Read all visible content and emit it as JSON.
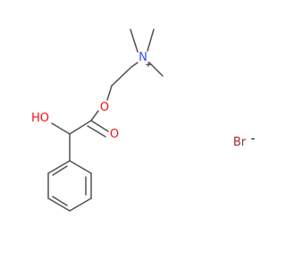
{
  "molecule": {
    "atoms": {
      "nitrogen": "N",
      "nitrogen_charge": "+",
      "ester_oxygen": "O",
      "carbonyl_oxygen": "O",
      "hydroxyl": "HO",
      "bromide": "Br",
      "bromide_charge": "-"
    },
    "colors": {
      "bond": "#505050",
      "nitrogen": "#3050F8",
      "oxygen": "#FF0D0D",
      "bromine": "#A62929",
      "charge": "#000000"
    }
  }
}
